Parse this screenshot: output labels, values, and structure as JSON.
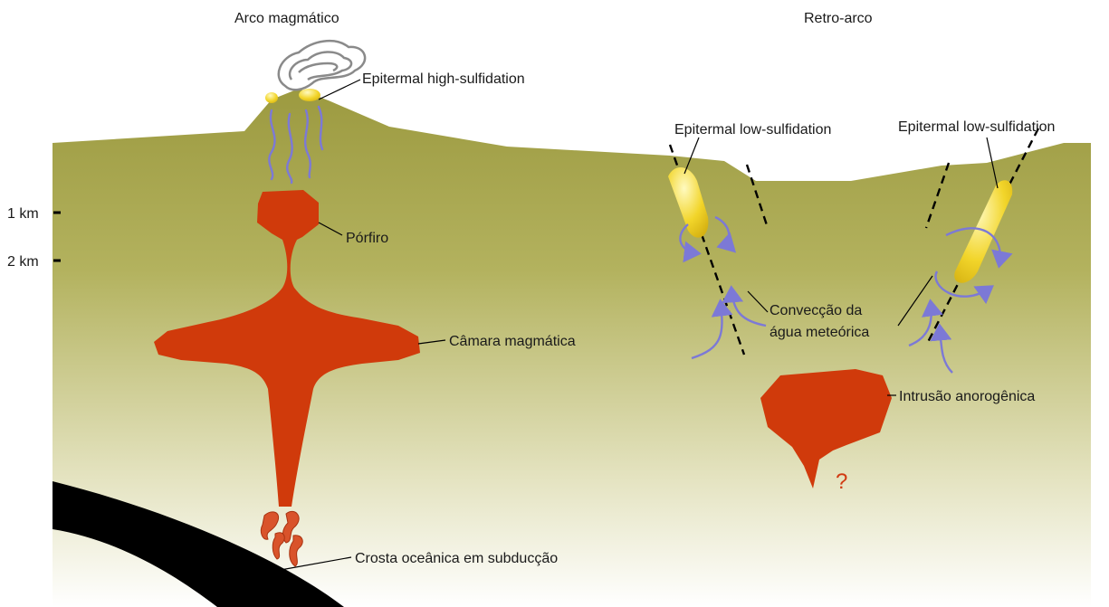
{
  "labels": {
    "arc_title": "Arco magmático",
    "backarc_title": "Retro-arco",
    "high_sulfidation": "Epitermal high-sulfidation",
    "low_sulfidation_left": "Epitermal low-sulfidation",
    "low_sulfidation_right": "Epitermal low-sulfidation",
    "porfiro": "Pórfiro",
    "camara": "Câmara magmática",
    "crosta": "Crosta oceânica em subducção",
    "conveccao_line1": "Convecção da",
    "conveccao_line2": "água meteórica",
    "intrusao": "Intrusão anorogênica",
    "question": "?"
  },
  "depth_scale": [
    "1 km",
    "2 km"
  ],
  "colors": {
    "crust_top": "#9c9a40",
    "crust_bottom": "#ffffff",
    "magma": "#d03a0b",
    "ore_body": "#f2d52a",
    "meteoric_arrows": "#7c79d6",
    "oceanic_crust": "#000000"
  }
}
